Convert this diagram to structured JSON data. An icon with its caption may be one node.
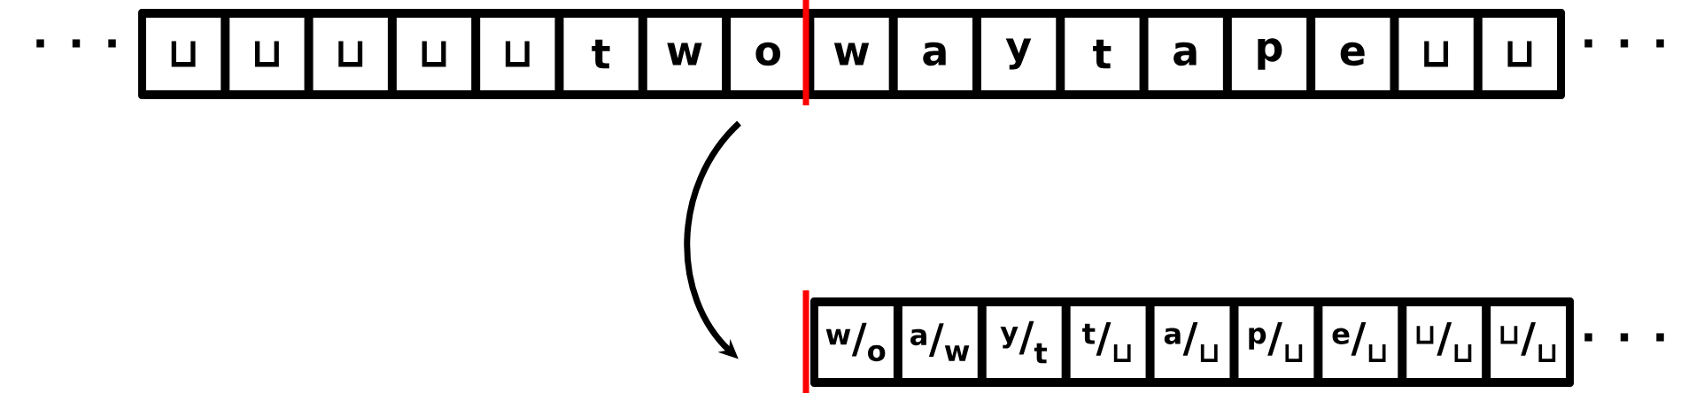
{
  "diagram": {
    "nodes": [
      {
        "text": [],
        "shape": "box"
      },
      {
        "text": [
          "⊔"
        ],
        "in": 0
      },
      {
        "text": [
          "⊔"
        ],
        "in": 0
      },
      {
        "text": [
          "⊔"
        ],
        "in": 0
      },
      {
        "text": [
          "⊔"
        ],
        "in": 0
      },
      {
        "text": [
          "⊔"
        ],
        "in": 0
      },
      {
        "text": [
          "t"
        ],
        "in": 0
      },
      {
        "text": [
          "w"
        ],
        "in": 0
      },
      {
        "text": [
          "o"
        ],
        "in": 0
      },
      {
        "text": [
          "w"
        ],
        "in": 0
      },
      {
        "text": [
          "a"
        ],
        "in": 0
      },
      {
        "text": [
          "y"
        ],
        "in": 0
      },
      {
        "text": [
          "t"
        ],
        "in": 0
      },
      {
        "text": [
          "a"
        ],
        "in": 0
      },
      {
        "text": [
          "p"
        ],
        "in": 0
      },
      {
        "text": [
          "e"
        ],
        "in": 0
      },
      {
        "text": [
          "⊔"
        ],
        "in": 0
      },
      {
        "text": [
          "⊔"
        ],
        "in": 0
      },
      {
        "text": [],
        "shape": "box"
      },
      {
        "text": [
          "$^{w}$/$_{o}$"
        ],
        "in": 18
      },
      {
        "text": [
          "$^{a}$/$_{w}$"
        ],
        "in": 18
      },
      {
        "text": [
          "$^{y}$/$_{t}$"
        ],
        "in": 18
      },
      {
        "text": [
          "$^{t}$/$_{⊔}$"
        ],
        "in": 18
      },
      {
        "text": [
          "$^{a}$/$_{⊔}$"
        ],
        "in": 18
      },
      {
        "text": [
          "$^{p}$/$_{⊔}$"
        ],
        "in": 18
      },
      {
        "text": [
          "$^{e}$/$_{⊔}$"
        ],
        "in": 18
      },
      {
        "text": [
          "$^{⊔}$/$_{⊔}$"
        ],
        "in": 18
      },
      {
        "text": [
          "$^{⊔}$/$_{⊔}$"
        ],
        "in": 18
      }
    ],
    "edges": [
      {
        "from": 0,
        "to": 18,
        "arrow": "to"
      }
    ],
    "labels": [
      ". . .",
      ". . .",
      ". . ."
    ]
  }
}
